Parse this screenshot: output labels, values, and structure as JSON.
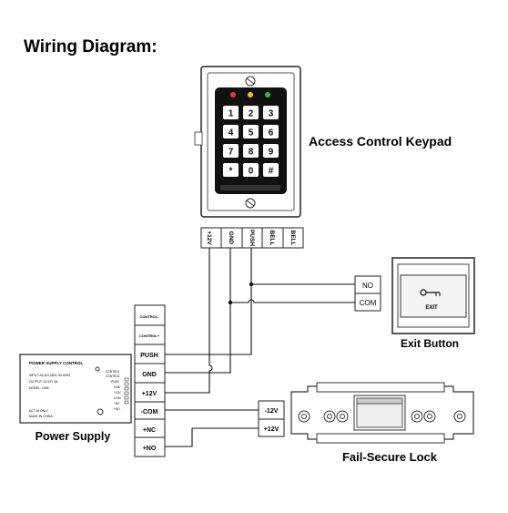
{
  "title": "Wiring Diagram:",
  "keypad": {
    "label": "Access Control Keypad",
    "keys": [
      "1",
      "2",
      "3",
      "4",
      "5",
      "6",
      "7",
      "8",
      "9",
      "*",
      "0",
      "#"
    ],
    "leds": [
      "#e53b2c",
      "#f2c21b",
      "#3cb34a"
    ],
    "terminals": [
      "+12V",
      "GND",
      "PUSH",
      "BELL",
      "BELL"
    ]
  },
  "exit_button": {
    "label": "Exit Button",
    "plate_text": "EXIT",
    "terminals": [
      "NO",
      "COM"
    ]
  },
  "power_supply": {
    "label": "Power Supply",
    "header": "POWER SUPPLY CONTROL",
    "spec_lines": [
      "INPUT: AC110-240V, 50-60HZ",
      "OUTPUT: DC12V 3A",
      "MODEL: 1006",
      "ACT IN ONLY",
      "MADE IN CHINA"
    ],
    "side_labels": [
      "CONTROL",
      "CONTROL",
      "PUSH",
      "GND",
      "+12V",
      "-COM",
      "+NC",
      "+NO"
    ],
    "terminals": [
      "CONTROL-",
      "CONTROL+",
      "PUSH",
      "GND",
      "+12V",
      "-COM",
      "+NC",
      "+NO"
    ]
  },
  "lock": {
    "label": "Fail-Secure Lock",
    "terminals": [
      "-12V",
      "+12V"
    ]
  }
}
